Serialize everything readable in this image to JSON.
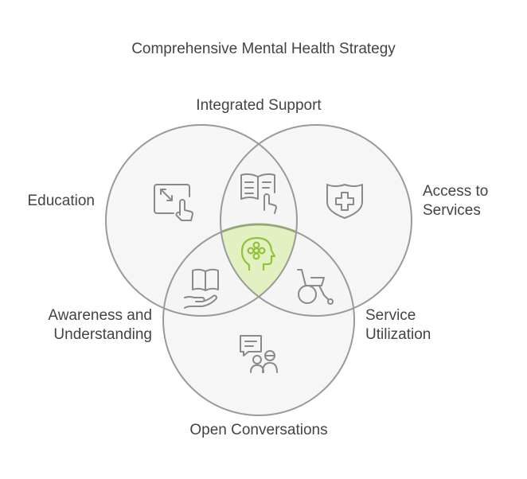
{
  "title": "Comprehensive Mental Health Strategy",
  "circles": [
    {
      "name": "Education",
      "label": "Education"
    },
    {
      "name": "Access to Services",
      "label_lines": [
        "Access to",
        "Services"
      ]
    },
    {
      "name": "Open Conversations",
      "label": "Open Conversations"
    }
  ],
  "overlaps": {
    "education_access": {
      "label": "Integrated Support"
    },
    "education_conversations": {
      "label_lines": [
        "Awareness and",
        "Understanding"
      ]
    },
    "access_conversations": {
      "label_lines": [
        "Service",
        "Utilization"
      ]
    },
    "center": {
      "icon": "mental-health-head-icon"
    }
  },
  "icons": {
    "education": "touch-screen-resize-icon",
    "access": "medical-shield-icon",
    "conversations": "chat-people-icon",
    "integrated_support": "book-touch-icon",
    "awareness": "book-in-hand-icon",
    "service_utilization": "wheelchair-icon"
  },
  "colors": {
    "circle_fill": "#f4f4f4",
    "circle_stroke": "#9a9a9a",
    "center_fill": "#e3f1c2",
    "center_stroke": "#9ccb3b",
    "icon_stroke": "#8a8a8a",
    "center_icon": "#92c23a"
  }
}
